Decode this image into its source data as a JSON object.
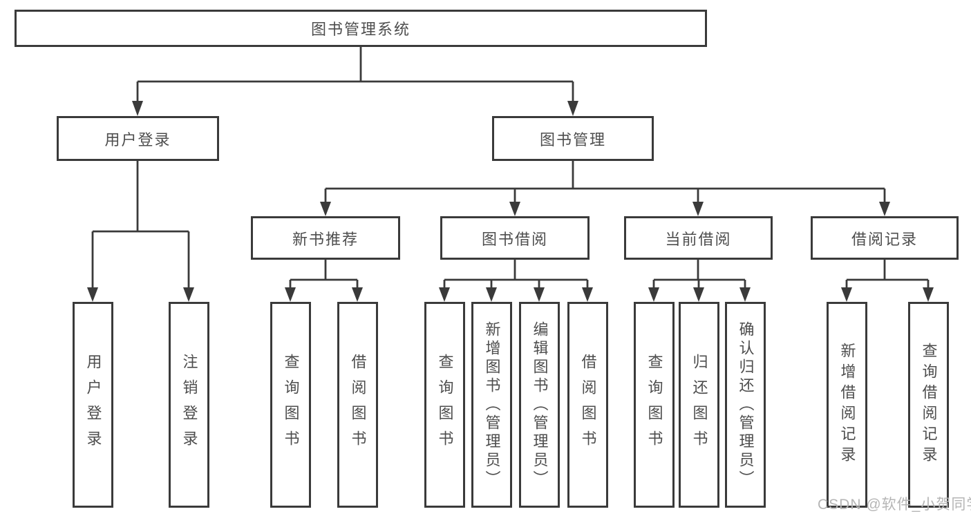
{
  "tree": {
    "root": "图书管理系统",
    "user_login": {
      "label": "用户登录",
      "children": [
        "用户登录",
        "注销登录"
      ]
    },
    "book_mgmt": {
      "label": "图书管理",
      "children": {
        "new_books": {
          "label": "新书推荐",
          "children": [
            "查询图书",
            "借阅图书"
          ]
        },
        "borrow": {
          "label": "图书借阅",
          "children": [
            "查询图书",
            "新增图书（管理员）",
            "编辑图书（管理员）",
            "借阅图书"
          ]
        },
        "current": {
          "label": "当前借阅",
          "children": [
            "查询图书",
            "归还图书",
            "确认归还（管理员）"
          ]
        },
        "records": {
          "label": "借阅记录",
          "children": [
            "新增借阅记录",
            "查询借阅记录"
          ]
        }
      }
    }
  },
  "watermark": "CSDN @软件_小贺同学",
  "colors": {
    "line": "#3a3a3a",
    "box_border": "#3a3a3a",
    "text": "#4d4d4d",
    "watermark": "#b5b5b5",
    "background": "#ffffff"
  }
}
